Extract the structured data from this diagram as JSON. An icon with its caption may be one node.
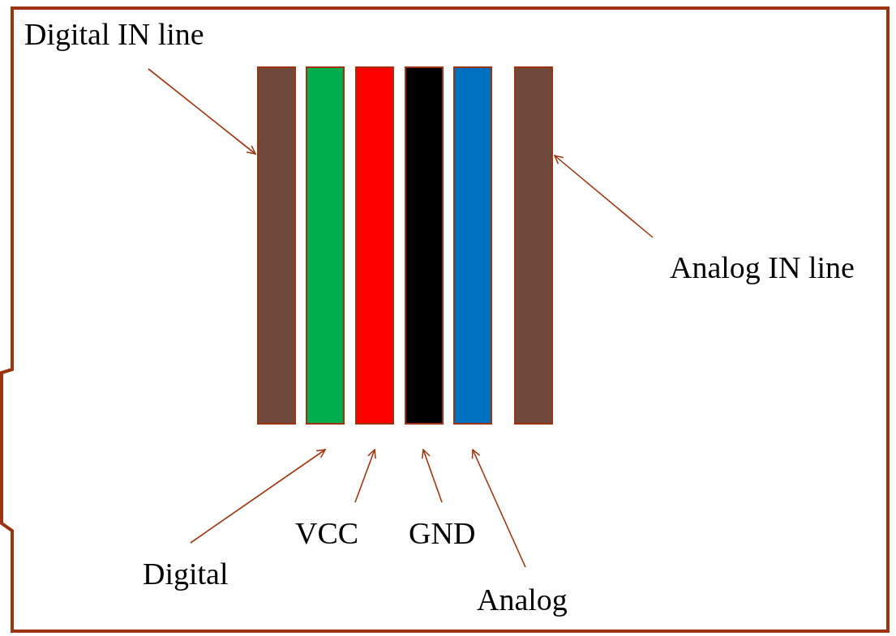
{
  "diagram": {
    "nodes": [
      {
        "text": [],
        "shape": "box"
      },
      {
        "text": [
          "Digital IN line"
        ],
        "in": 0
      },
      {
        "text": [],
        "shape": "bar",
        "in": 0
      },
      {
        "text": [],
        "shape": "bar",
        "in": 0
      },
      {
        "text": [],
        "shape": "bar",
        "in": 0
      },
      {
        "text": [],
        "shape": "bar",
        "in": 0
      },
      {
        "text": [],
        "shape": "bar",
        "in": 0
      },
      {
        "text": [],
        "shape": "bar",
        "in": 0
      },
      {
        "text": [
          "Analog IN line"
        ],
        "in": 0
      },
      {
        "text": [
          "Digital"
        ],
        "in": 0
      },
      {
        "text": [
          "VCC"
        ],
        "in": 0
      },
      {
        "text": [
          "GND"
        ],
        "in": 0
      },
      {
        "text": [
          "Analog"
        ],
        "in": 0
      }
    ],
    "edges": [
      {
        "from": 1,
        "to": 2,
        "arrow": "to"
      },
      {
        "from": 8,
        "to": 7,
        "arrow": "to"
      },
      {
        "from": 9,
        "to": 3,
        "arrow": "to"
      },
      {
        "from": 10,
        "to": 4,
        "arrow": "to"
      },
      {
        "from": 11,
        "to": 5,
        "arrow": "to"
      },
      {
        "from": 12,
        "to": 6,
        "arrow": "to"
      }
    ]
  }
}
